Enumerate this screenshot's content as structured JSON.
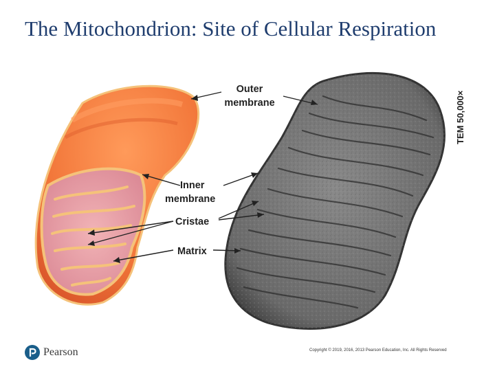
{
  "title": "The Mitochondrion: Site of Cellular Respiration",
  "labels": {
    "outer_membrane_line1": "Outer",
    "outer_membrane_line2": "membrane",
    "inner_membrane_line1": "Inner",
    "inner_membrane_line2": "membrane",
    "cristae": "Cristae",
    "matrix": "Matrix"
  },
  "micrograph_caption": "TEM 50,000×",
  "footer": {
    "logo_text": "Pearson",
    "copyright": "Copyright © 2019, 2016, 2013 Pearson Education, Inc. All Rights Reserved"
  },
  "colors": {
    "title": "#1f3d6e",
    "outer_membrane": "#f07a3a",
    "inner_membrane": "#f5c27a",
    "matrix": "#e89aa5",
    "micrograph": "#6e6e6e",
    "brand": "#1a5e8a"
  }
}
